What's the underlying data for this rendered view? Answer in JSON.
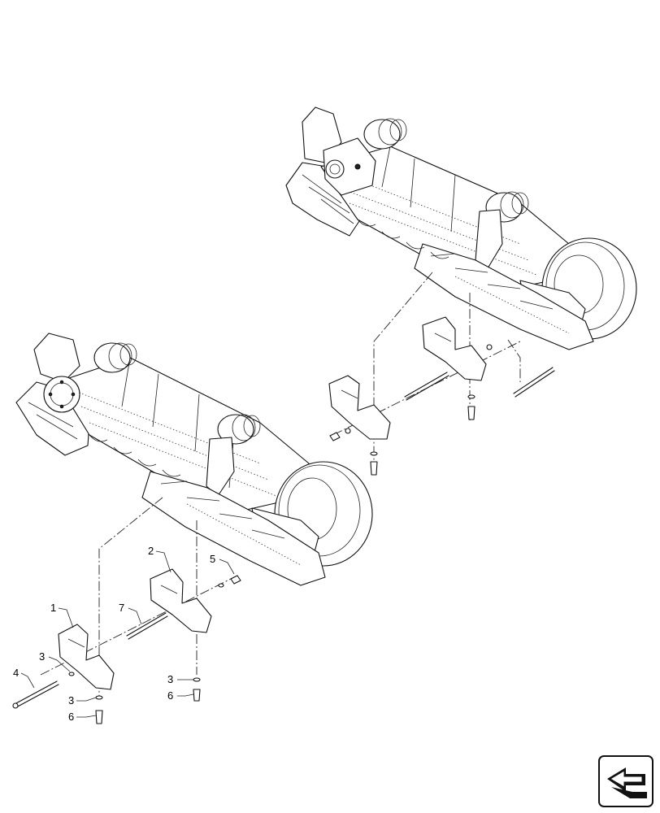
{
  "callouts": {
    "c1": "1",
    "c2": "2",
    "c3a": "3",
    "c3b": "3",
    "c3c": "3",
    "c4": "4",
    "c5": "5",
    "c6a": "6",
    "c6b": "6",
    "c7": "7"
  },
  "icons": {
    "nav": "previous-page-arrow-icon"
  }
}
